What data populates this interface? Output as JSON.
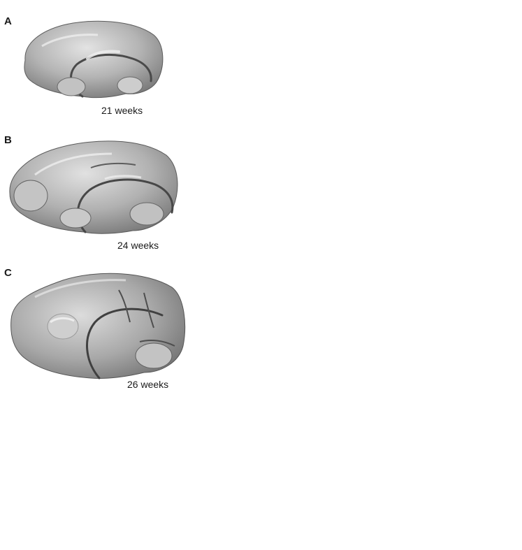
{
  "panels": [
    {
      "letter": "A",
      "caption": "21 weeks"
    },
    {
      "letter": "B",
      "caption": "24 weeks"
    },
    {
      "letter": "C",
      "caption": "26 weeks"
    }
  ],
  "colors": {
    "background": "#ffffff",
    "tissue_light": "#d6d6d6",
    "tissue_mid": "#a9a9a9",
    "tissue_dark": "#6f6f6f",
    "text": "#1a1a1a"
  }
}
